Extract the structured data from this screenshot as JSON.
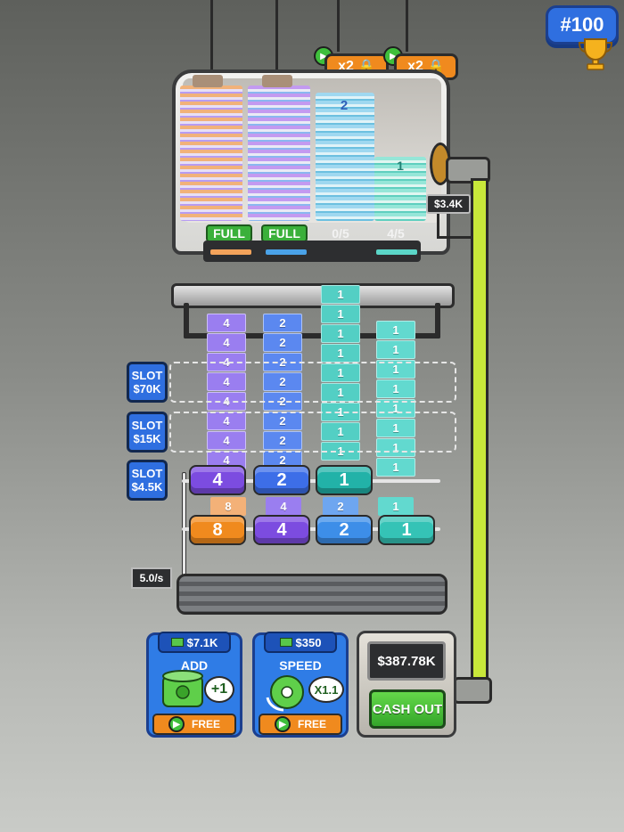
{
  "level": {
    "label": "#100",
    "icon": "trophy-icon"
  },
  "top_slots": [
    {
      "label": "x2",
      "locked": true,
      "icon": "lock-icon"
    },
    {
      "label": "x2",
      "locked": true,
      "icon": "lock-icon"
    }
  ],
  "stacks": [
    {
      "status": "FULL",
      "denomination": "",
      "color": "#f3a35b"
    },
    {
      "status": "FULL",
      "denomination": "",
      "color": "#4aa2e8"
    },
    {
      "status": "0/5",
      "denomination": "2",
      "color": "#4aa2e8"
    },
    {
      "status": "4/5",
      "denomination": "1",
      "color": "#5bd6c8"
    }
  ],
  "pipe_price": "$3.4K",
  "columns": [
    {
      "denomination": "4",
      "color": "#9a7ef0"
    },
    {
      "denomination": "2",
      "color": "#5b88f0"
    },
    {
      "denomination": "1",
      "color": "#53cfc4"
    },
    {
      "denomination": "1",
      "color": "#62d9cf"
    }
  ],
  "slots": [
    {
      "label": "SLOT",
      "price": "$70K"
    },
    {
      "label": "SLOT",
      "price": "$15K"
    },
    {
      "label": "SLOT",
      "price": "$4.5K"
    }
  ],
  "rollers_top": [
    {
      "value": "4",
      "color": "#7c4ce0"
    },
    {
      "value": "2",
      "color": "#3d6ee8"
    },
    {
      "value": "1",
      "color": "#22b2a8"
    }
  ],
  "rollers_bottom": [
    {
      "value": "8",
      "color": "#f08a1e"
    },
    {
      "value": "4",
      "color": "#7c4ce0"
    },
    {
      "value": "2",
      "color": "#3d8ee8"
    },
    {
      "value": "1",
      "color": "#35c3b6"
    }
  ],
  "mid_labels": [
    "8",
    "4",
    "2",
    "1"
  ],
  "speed": "5.0/s",
  "upgrades": {
    "add": {
      "price": "$7.1K",
      "title": "ADD",
      "mult": "+1",
      "button": "FREE"
    },
    "speed": {
      "price": "$350",
      "title": "SPEED",
      "mult": "X1.1",
      "button": "FREE"
    }
  },
  "cash": {
    "amount": "$387.78K",
    "button": "CASH OUT"
  },
  "colors": {
    "accent": "#2f6fe0",
    "free": "#f08a1e",
    "cash": "#34a62a",
    "pipe": "#c8e83a"
  }
}
